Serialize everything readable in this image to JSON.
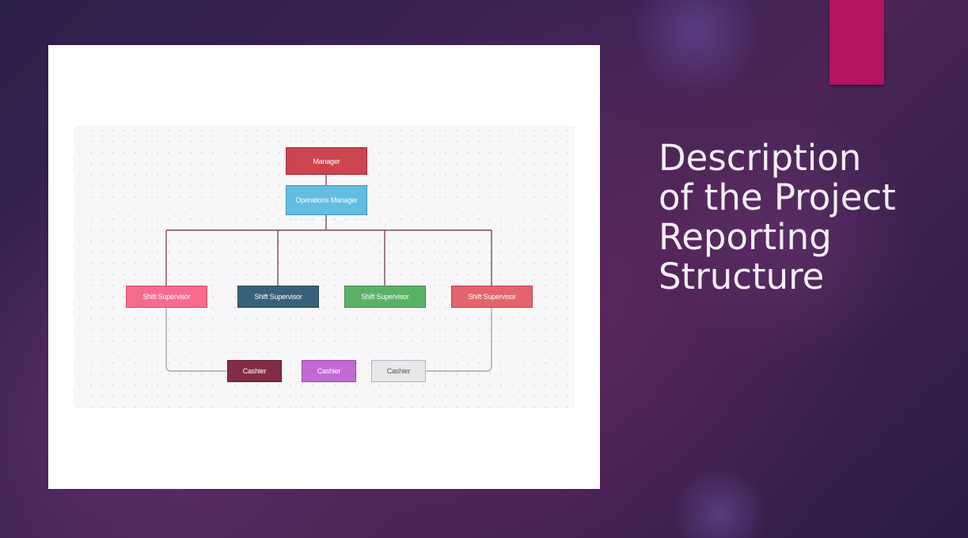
{
  "slide": {
    "title_lines": [
      "Description",
      "of the Project",
      "Reporting",
      "Structure"
    ],
    "accent_color": "#b5135f"
  },
  "org_chart": {
    "nodes": {
      "manager": {
        "label": "Manager",
        "fill": "#cc4450",
        "border": "#9e2f3a"
      },
      "operations_manager": {
        "label": "Operations Manager",
        "fill": "#62bde0",
        "border": "#3a98bd"
      },
      "supervisor_1": {
        "label": "Shift Supervisor",
        "fill": "#f56c8e",
        "border": "#d44a6e"
      },
      "supervisor_2": {
        "label": "Shift Supervisor",
        "fill": "#38607a",
        "border": "#244556"
      },
      "supervisor_3": {
        "label": "Shift Supervisor",
        "fill": "#5bb267",
        "border": "#3f8b4b"
      },
      "supervisor_4": {
        "label": "Shift Supervisor",
        "fill": "#e3646c",
        "border": "#b8454d"
      },
      "cashier_1": {
        "label": "Cashier",
        "fill": "#842c46",
        "border": "#5e1d31"
      },
      "cashier_2": {
        "label": "Cashier",
        "fill": "#c26ad4",
        "border": "#9a47ad"
      },
      "cashier_3": {
        "label": "Cashier",
        "fill": "#e9e7ea",
        "border": "#b4b1b6",
        "text": "#555555"
      }
    },
    "connector_colors": {
      "upper": "#7a4a5e",
      "lower": "#aaaaaa"
    }
  }
}
